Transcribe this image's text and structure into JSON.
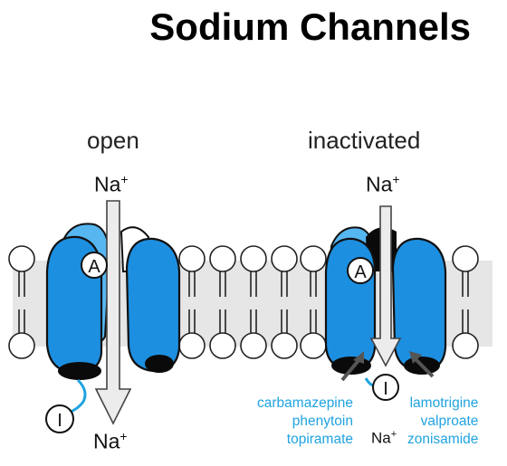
{
  "title": "Sodium Channels",
  "open": {
    "label": "open",
    "ion_top": "Na",
    "ion_bottom": "Na",
    "charge": "+",
    "activation_gate": "A",
    "inactivation_gate": "I"
  },
  "inactivated": {
    "label": "inactivated",
    "ion_top": "Na",
    "ion_bottom": "Na",
    "charge": "+",
    "activation_gate": "A",
    "inactivation_gate": "I"
  },
  "drugs_left": [
    "carbamazepine",
    "phenytoin",
    "topiramate"
  ],
  "drugs_right": [
    "lamotrigine",
    "valproate",
    "zonisamide"
  ],
  "colors": {
    "channel_blue": "#1d8fe0",
    "channel_dark": "#0a0a0a",
    "membrane": "#e6e6e6",
    "drug_text": "#1fa3e0"
  }
}
